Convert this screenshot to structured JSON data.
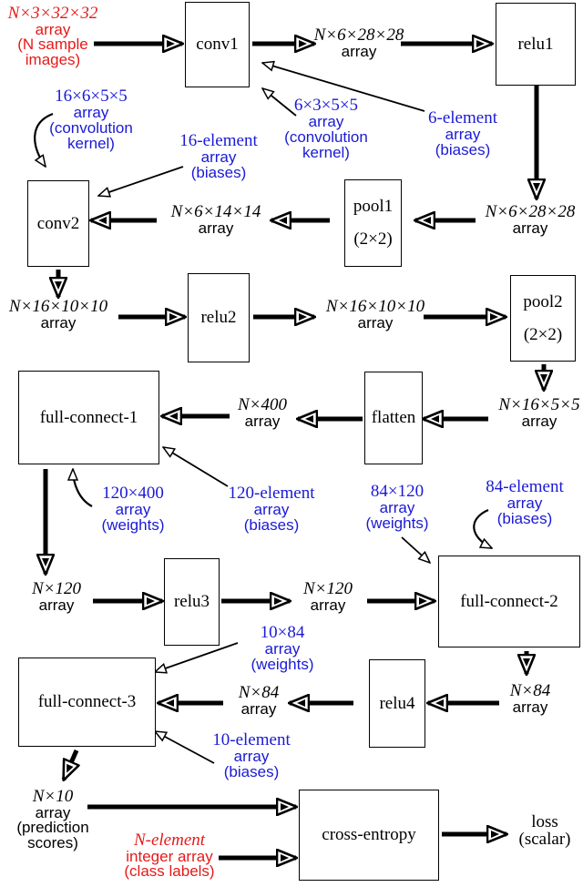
{
  "boxes": {
    "conv1": "conv1",
    "relu1": "relu1",
    "conv2": "conv2",
    "pool1": "pool1",
    "pool1_size": "(2×2)",
    "relu2": "relu2",
    "pool2": "pool2",
    "pool2_size": "(2×2)",
    "full_connect_1": "full-connect-1",
    "flatten": "flatten",
    "relu3": "relu3",
    "full_connect_2": "full-connect-2",
    "full_connect_3": "full-connect-3",
    "relu4": "relu4",
    "cross_entropy": "cross-entropy"
  },
  "arrays": {
    "input": {
      "shape": "N×3×32×32",
      "line2": "array",
      "line3": "(N sample",
      "line4": "images)"
    },
    "after_conv1": {
      "shape": "N×6×28×28",
      "line2": "array"
    },
    "after_relu1": {
      "shape": "N×6×28×28",
      "line2": "array"
    },
    "after_pool1": {
      "shape": "N×6×14×14",
      "line2": "array"
    },
    "after_conv2": {
      "shape": "N×16×10×10",
      "line2": "array"
    },
    "after_relu2": {
      "shape": "N×16×10×10",
      "line2": "array"
    },
    "after_pool2": {
      "shape": "N×16×5×5",
      "line2": "array"
    },
    "after_flatten": {
      "shape": "N×400",
      "line2": "array"
    },
    "after_fc1": {
      "shape": "N×120",
      "line2": "array"
    },
    "after_relu3": {
      "shape": "N×120",
      "line2": "array"
    },
    "after_fc2": {
      "shape": "N×84",
      "line2": "array"
    },
    "after_relu4": {
      "shape": "N×84",
      "line2": "array"
    },
    "after_fc3": {
      "shape": "N×10",
      "line2": "array",
      "line3": "(prediction",
      "line4": "scores)"
    },
    "labels": {
      "shape": "N-element",
      "line2": "integer array",
      "line3": "(class labels)"
    },
    "loss": {
      "line1": "loss",
      "line2": "(scalar)"
    }
  },
  "params": {
    "conv1_kernel": [
      "6×3×5×5",
      "array",
      "(convolution",
      "kernel)"
    ],
    "conv1_bias": [
      "6-element",
      "array",
      "(biases)"
    ],
    "conv2_kernel": [
      "16×6×5×5",
      "array",
      "(convolution",
      "kernel)"
    ],
    "conv2_bias": [
      "16-element",
      "array",
      "(biases)"
    ],
    "fc1_weights": [
      "120×400",
      "array",
      "(weights)"
    ],
    "fc1_bias": [
      "120-element",
      "array",
      "(biases)"
    ],
    "fc2_weights": [
      "84×120",
      "array",
      "(weights)"
    ],
    "fc2_bias": [
      "84-element",
      "array",
      "(biases)"
    ],
    "fc3_weights": [
      "10×84",
      "array",
      "(weights)"
    ],
    "fc3_bias": [
      "10-element",
      "array",
      "(biases)"
    ]
  },
  "colors": {
    "param_text": "#1a1ad6",
    "input_text": "#e61919",
    "stroke": "#000000"
  }
}
